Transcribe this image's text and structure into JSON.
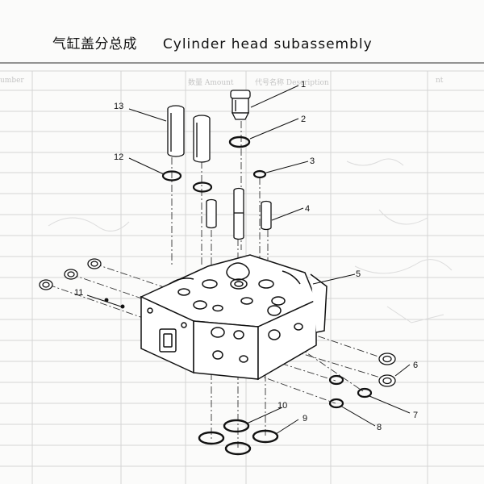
{
  "title": {
    "chinese": "气缸盖分总成",
    "english": "Cylinder head subassembly"
  },
  "background_text": {
    "number_header": "umber",
    "quantity_header": "数量 Amount",
    "name_header": "代号名称 Description",
    "partial_header": "nt"
  },
  "callouts": [
    "1",
    "2",
    "3",
    "4",
    "5",
    "6",
    "7",
    "8",
    "9",
    "10",
    "11",
    "12",
    "13"
  ],
  "colors": {
    "ink": "#111111",
    "ghost_ink": "#c8c8c8",
    "paper": "#fbfbfa"
  }
}
